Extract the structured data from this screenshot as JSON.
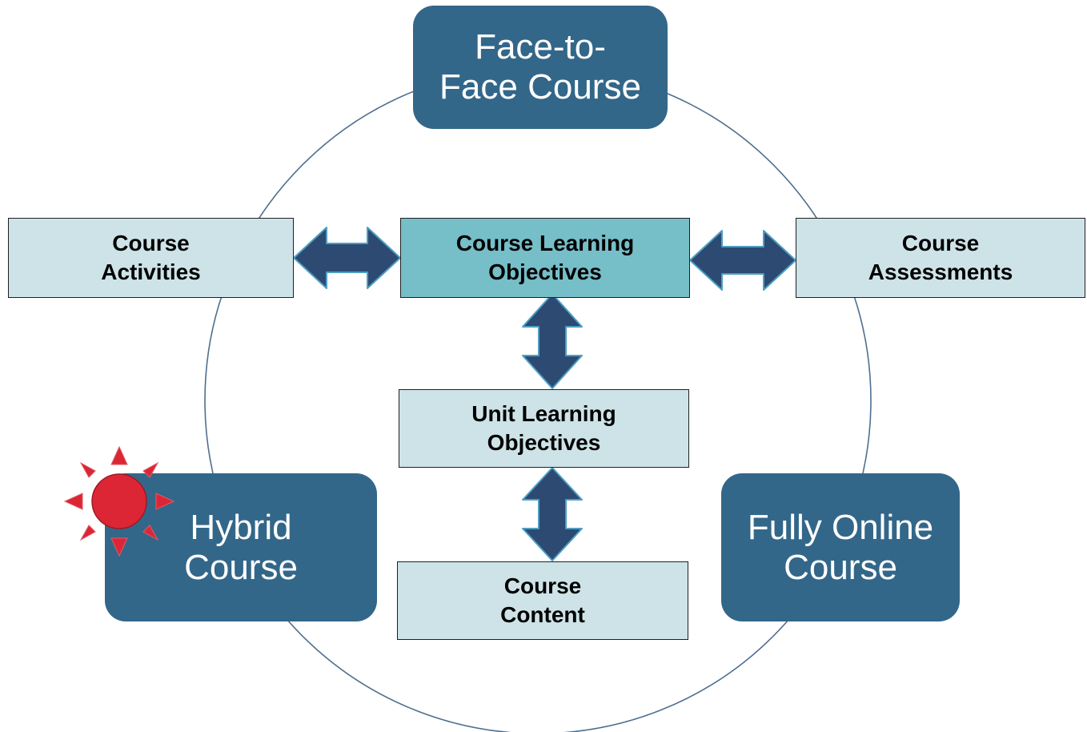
{
  "colors": {
    "mode_box": "#336789",
    "light_box": "#cde3e8",
    "center_box": "#76bec8",
    "arrow_fill": "#2d4a72",
    "arrow_stroke": "#4d9fc2",
    "circle_stroke": "#4f6f8f",
    "sun_fill": "#dc2635"
  },
  "modes": {
    "face_to_face": "Face-to-\nFace Course",
    "hybrid": "Hybrid\nCourse",
    "fully_online": "Fully Online\nCourse"
  },
  "boxes": {
    "course_activities": "Course\nActivities",
    "course_learning_objectives": "Course Learning\nObjectives",
    "course_assessments": "Course\nAssessments",
    "unit_learning_objectives": "Unit Learning\nObjectives",
    "course_content": "Course\nContent"
  },
  "icons": {
    "highlight_marker": "sun-icon",
    "connectors": "double-arrow"
  }
}
